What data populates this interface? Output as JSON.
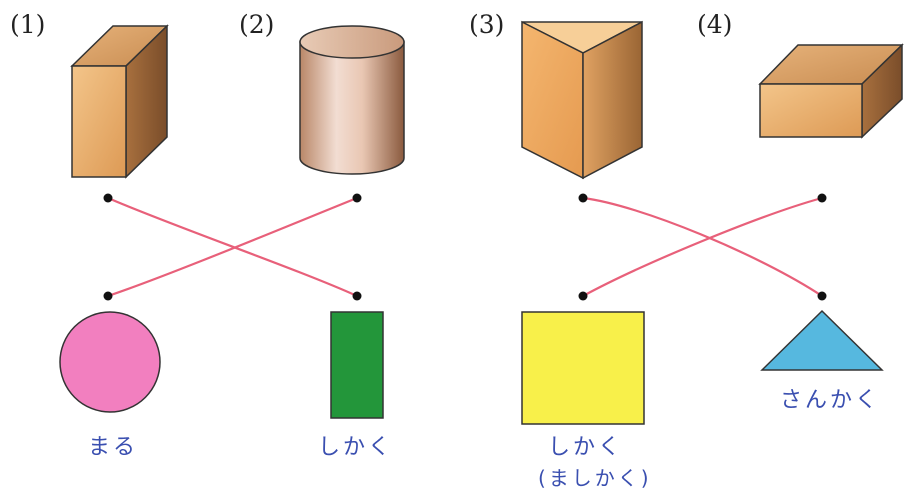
{
  "problems": [
    {
      "number": "(1)",
      "answer": "まる"
    },
    {
      "number": "(2)",
      "answer": "しかく"
    },
    {
      "number": "(3)",
      "answer": "しかく",
      "answer_note": "(ましかく)"
    },
    {
      "number": "(4)",
      "answer": "さんかく"
    }
  ],
  "colors": {
    "solid_face": "#e9a865",
    "solid_side": "#c08048",
    "connector_line": "#e8607a",
    "circle": "#f27fbf",
    "rectangle": "#23963a",
    "square": "#f8f04a",
    "triangle": "#56b8df",
    "handwriting": "#3a4fb0"
  }
}
